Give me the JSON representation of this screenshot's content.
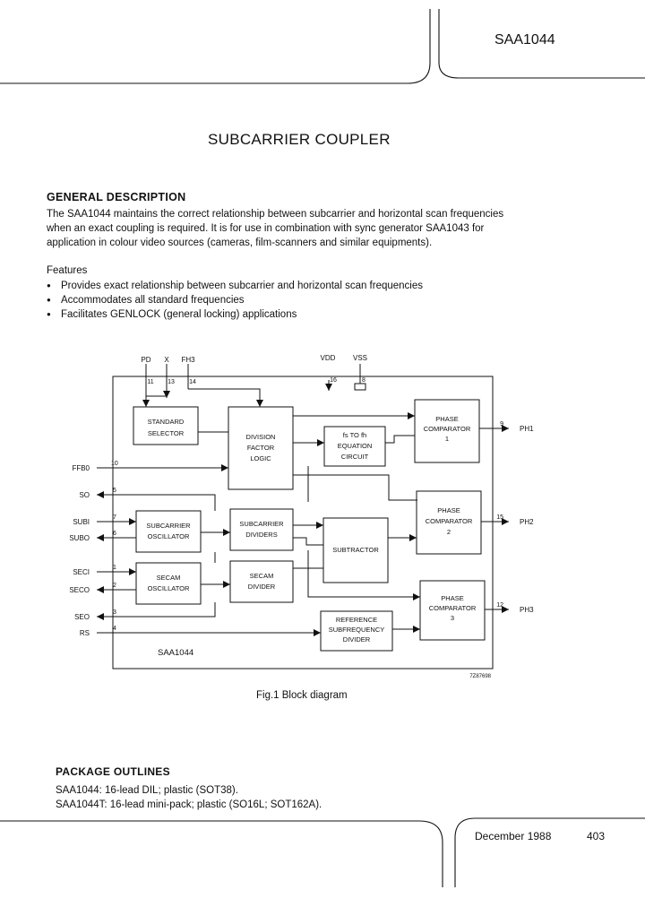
{
  "header": {
    "part_number": "SAA1044"
  },
  "title": "SUBCARRIER COUPLER",
  "general_description": {
    "heading": "GENERAL DESCRIPTION",
    "lines": [
      "The SAA1044 maintains the correct relationship between subcarrier and horizontal scan frequencies",
      "when an exact coupling is required. It is for use in combination with sync generator SAA1043 for",
      "application in colour video sources (cameras, film-scanners and similar equipments)."
    ]
  },
  "features": {
    "heading": "Features",
    "items": [
      "Provides exact relationship between subcarrier and horizontal scan frequencies",
      "Accommodates all standard frequencies",
      "Facilitates GENLOCK (general locking) applications"
    ]
  },
  "diagram": {
    "chip_label": "SAA1044",
    "code": "7Z87698",
    "blocks": {
      "standard_selector": [
        "STANDARD",
        "SELECTOR"
      ],
      "division_factor_logic": [
        "DIVISION",
        "FACTOR",
        "LOGIC"
      ],
      "equation_circuit": [
        "fs TO fh",
        "EQUATION",
        "CIRCUIT"
      ],
      "phase_comparator_1": [
        "PHASE",
        "COMPARATOR",
        "1"
      ],
      "subcarrier_oscillator": [
        "SUBCARRIER",
        "OSCILLATOR"
      ],
      "subcarrier_dividers": [
        "SUBCARRIER",
        "DIVIDERS"
      ],
      "subtractor": [
        "SUBTRACTOR"
      ],
      "phase_comparator_2": [
        "PHASE",
        "COMPARATOR",
        "2"
      ],
      "secam_oscillator": [
        "SECAM",
        "OSCILLATOR"
      ],
      "secam_divider": [
        "SECAM",
        "DIVIDER"
      ],
      "reference_divider": [
        "REFERENCE",
        "SUBFREQUENCY",
        "DIVIDER"
      ],
      "phase_comparator_3": [
        "PHASE",
        "COMPARATOR",
        "3"
      ]
    },
    "pins": {
      "top": [
        {
          "name": "PD",
          "num": "11"
        },
        {
          "name": "X",
          "num": "13"
        },
        {
          "name": "FH3",
          "num": "14"
        },
        {
          "name": "VDD",
          "num": "16"
        },
        {
          "name": "VSS",
          "num": "8"
        }
      ],
      "left": [
        {
          "name": "FFB0",
          "num": "10"
        },
        {
          "name": "SO",
          "num": "5"
        },
        {
          "name": "SUBI",
          "num": "7"
        },
        {
          "name": "SUBO",
          "num": "6"
        },
        {
          "name": "SECI",
          "num": "1"
        },
        {
          "name": "SECO",
          "num": "2"
        },
        {
          "name": "SEO",
          "num": "3"
        },
        {
          "name": "RS",
          "num": "4"
        }
      ],
      "right": [
        {
          "name": "PH1",
          "num": "9"
        },
        {
          "name": "PH2",
          "num": "15"
        },
        {
          "name": "PH3",
          "num": "12"
        }
      ]
    },
    "caption": "Fig.1  Block diagram"
  },
  "package_outlines": {
    "heading": "PACKAGE OUTLINES",
    "lines": [
      "SAA1044:   16-lead DIL; plastic (SOT38).",
      "SAA1044T: 16-lead mini-pack; plastic (SO16L; SOT162A)."
    ]
  },
  "footer": {
    "date": "December 1988",
    "page": "403"
  }
}
